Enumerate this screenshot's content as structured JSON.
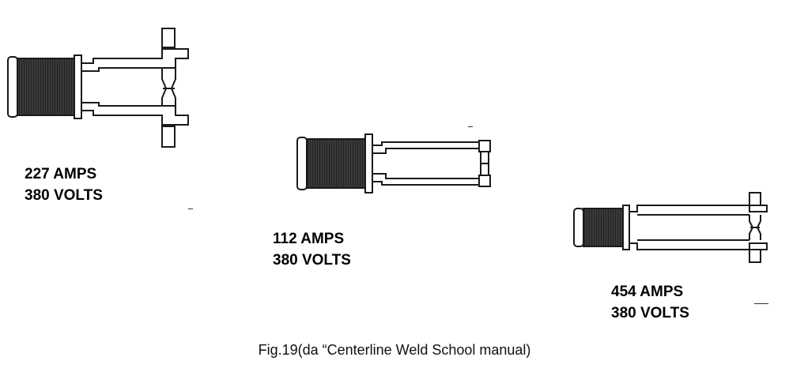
{
  "guns": [
    {
      "amps": "227 AMPS",
      "volts": "380 VOLTS"
    },
    {
      "amps": "112 AMPS",
      "volts": "380 VOLTS"
    },
    {
      "amps": "454 AMPS",
      "volts": "380 VOLTS"
    }
  ],
  "caption": "Fig.19(da “Centerline Weld School manual)",
  "colors": {
    "ink": "#1a1a1a",
    "coil": "#2b2b2b"
  }
}
